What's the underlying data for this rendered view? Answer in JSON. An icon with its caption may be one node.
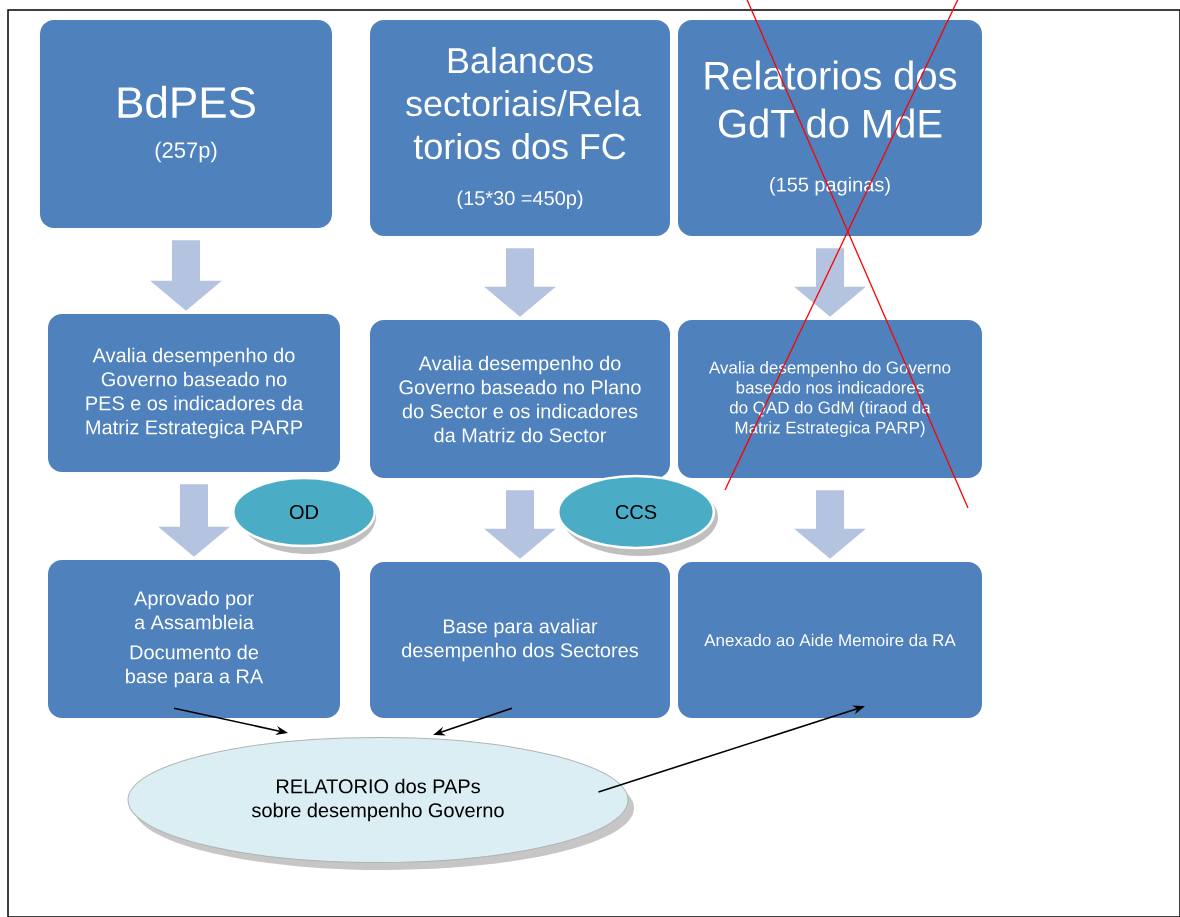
{
  "diagram": {
    "nodes": [
      {
        "text": [
          "BdPES",
          "(257p)"
        ]
      },
      {
        "text": [
          "Balancos sectoriais/Rela torios dos FC",
          "(15*30 =450p)"
        ]
      },
      {
        "text": [
          "Relatorios dos GdT do MdE",
          "(155 paginas)"
        ]
      },
      {
        "text": [
          "Avalia desempenho do Governo baseado no PES e os indicadores da Matriz Estrategica PARP"
        ]
      },
      {
        "text": [
          "Avalia desempenho do Governo baseado no Plano do Sector e os indicadores da Matriz do Sector"
        ]
      },
      {
        "text": [
          "Avalia desempenho do Governo baseado nos indicadores do QAD do GdM (tiraod da Matriz Estrategica PARP)"
        ]
      },
      {
        "text": [
          "Aprovado por a Assambleia",
          "Documento de base para a RA"
        ]
      },
      {
        "text": [
          "Base para avaliar desempenho dos Sectores"
        ]
      },
      {
        "text": [
          "Anexado ao Aide Memoire da RA"
        ]
      },
      {
        "text": [
          "OD"
        ]
      },
      {
        "text": [
          "CCS"
        ]
      },
      {
        "text": [
          "RELATORIO dos PAPs sobre desempenho Governo"
        ]
      }
    ],
    "edges": [
      {
        "from": 0,
        "to": 3,
        "arrow": "to"
      },
      {
        "from": 1,
        "to": 4,
        "arrow": "to"
      },
      {
        "from": 2,
        "to": 5,
        "arrow": "to"
      },
      {
        "from": 3,
        "to": 6,
        "arrow": "to"
      },
      {
        "from": 4,
        "to": 7,
        "arrow": "to"
      },
      {
        "from": 5,
        "to": 8,
        "arrow": "to"
      },
      {
        "from": 6,
        "to": 11,
        "arrow": "to",
        "color": "#000000"
      },
      {
        "from": 7,
        "to": 11,
        "arrow": "to",
        "color": "#000000"
      },
      {
        "from": 11,
        "to": 8,
        "arrow": "to",
        "color": "#000000"
      }
    ]
  }
}
